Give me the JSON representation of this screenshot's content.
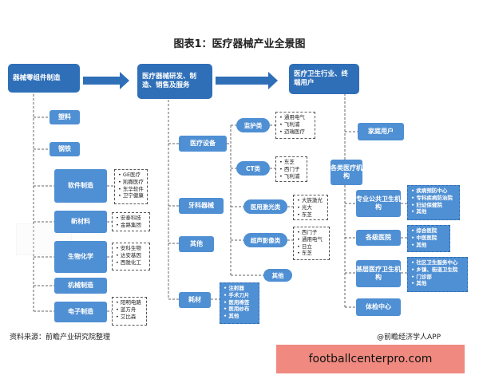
{
  "title": "图表1：医疗器械产业全景图",
  "columns": {
    "left": "器械零组件制造",
    "middle": "医疗器械研发、制造、销售及服务",
    "right": "医疗卫生行业、终端用户"
  },
  "left": {
    "plastic": "塑料",
    "steel": "钢铁",
    "software": {
      "label": "软件制造",
      "items": [
        "GE医疗",
        "凯撒医疗",
        "东华软件",
        "卫宁健康"
      ]
    },
    "materials": {
      "label": "新材料",
      "items": [
        "安泰科技",
        "金路集团"
      ]
    },
    "biochem": {
      "label": "生物化学",
      "items": [
        "安科生物",
        "达安基因",
        "西陇化工"
      ]
    },
    "machinery": "机械制造",
    "electronics": {
      "label": "电子制造",
      "items": [
        "阳明电路",
        "蓝方舟",
        "艾比森"
      ]
    }
  },
  "middle": {
    "equipment": "医疗设备",
    "monitor": {
      "label": "监护类",
      "items": [
        "通用电气",
        "飞利浦",
        "迈瑞医疗"
      ]
    },
    "ct": {
      "label": "CT类",
      "items": [
        "东芝",
        "西门子",
        "飞利浦"
      ]
    },
    "laser": {
      "label": "医用激光类",
      "items": [
        "大族激光",
        "光大",
        "东芝"
      ]
    },
    "ultrasound": {
      "label": "超声影像类",
      "items": [
        "西门子",
        "通用电气",
        "日立",
        "东芝"
      ]
    },
    "other_small": "其他",
    "dental": "牙科器械",
    "other": "其他",
    "consumables": {
      "label": "耗材",
      "items": [
        "注射器",
        "手术刀片",
        "医用棉签",
        "医用纱布",
        "其他"
      ]
    }
  },
  "right": {
    "home": "家庭用户",
    "institutions": "各类医疗机构",
    "public_health": {
      "label": "专业公共卫生机构",
      "items": [
        "疾病预防中心",
        "专科疾病防治院",
        "妇幼保健院",
        "其他"
      ]
    },
    "hospitals": {
      "label": "各级医院",
      "items": [
        "综合医院",
        "中医医院",
        "其他"
      ]
    },
    "primary": {
      "label": "基层医疗卫生机构",
      "items": [
        "社区卫生服务中心",
        "乡镇、街道卫生院",
        "门诊部",
        "其他"
      ]
    },
    "checkup": "体检中心"
  },
  "footer": {
    "source": "资料来源：前瞻产业研究院整理",
    "brand": "@前瞻经济学人APP"
  },
  "banner": "footballcenterpro.com",
  "colors": {
    "dark_blue": "#2f6fb8",
    "mid_blue": "#4f8fd3",
    "banner": "#f08a80"
  }
}
